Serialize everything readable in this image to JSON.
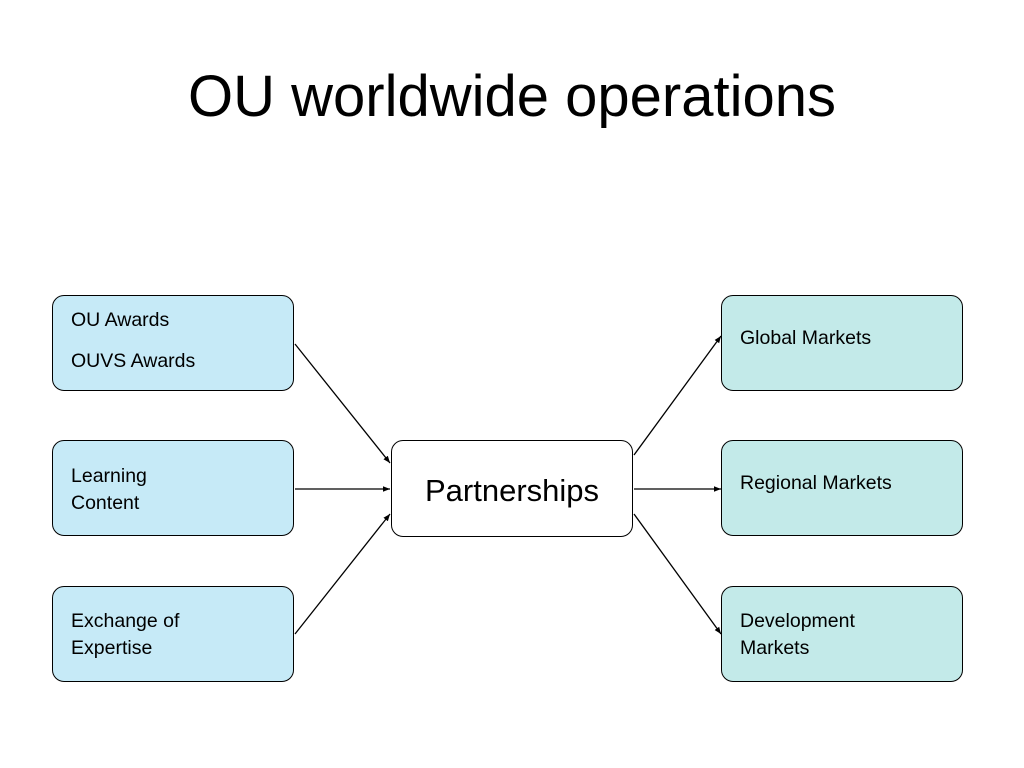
{
  "title": "OU worldwide operations",
  "center": {
    "label": "Partnerships"
  },
  "inputs": [
    {
      "lines": [
        "OU Awards",
        "OUVS Awards"
      ]
    },
    {
      "lines": [
        "Learning",
        "Content"
      ]
    },
    {
      "lines": [
        "Exchange of",
        "Expertise"
      ]
    }
  ],
  "outputs": [
    {
      "lines": [
        "Global Markets"
      ]
    },
    {
      "lines": [
        "Regional Markets"
      ]
    },
    {
      "lines": [
        "Development",
        "Markets"
      ]
    }
  ],
  "colors": {
    "input_fill": "#c6eaf7",
    "output_fill": "#c3eae9",
    "center_fill": "#ffffff",
    "stroke": "#000000"
  }
}
